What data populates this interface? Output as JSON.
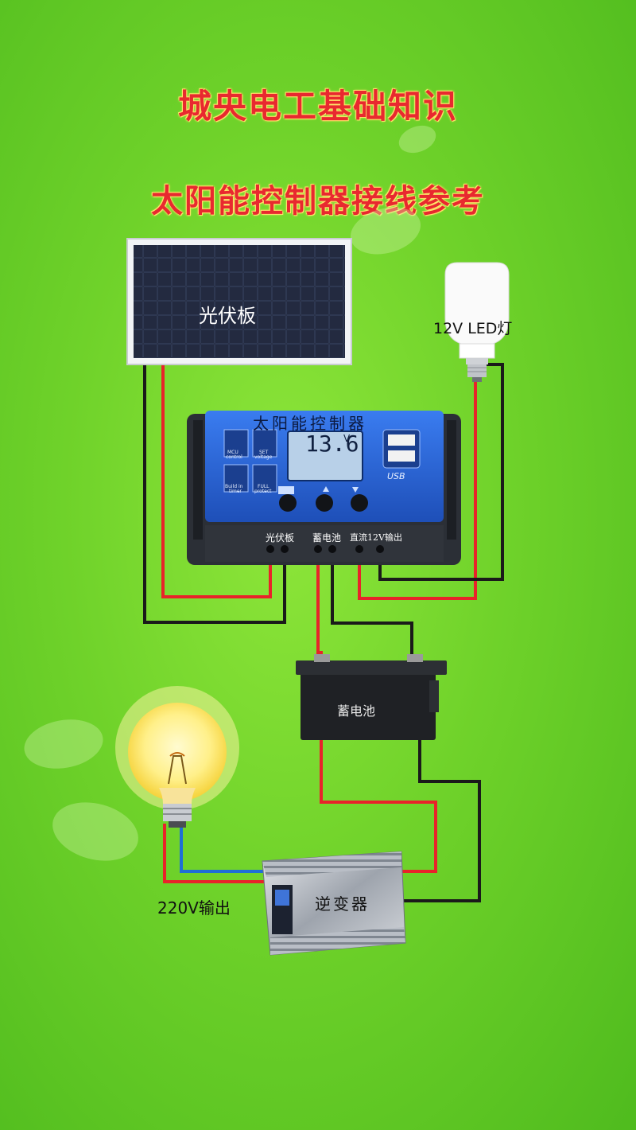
{
  "header": {
    "title": "城央电工基础知识",
    "subtitle": "太阳能控制器接线参考"
  },
  "components": {
    "solar_panel_label": "光伏板",
    "led_lamp_label": "12V LED灯",
    "battery_label": "蓄电池",
    "inverter_label": "逆变器",
    "ac_output_label": "220V输出"
  },
  "controller": {
    "name": "太阳能控制器",
    "display_value": "13.6",
    "display_unit": "V",
    "usb_label": "USB",
    "icons": [
      {
        "label1": "MCU",
        "label2": "control"
      },
      {
        "label1": "SET",
        "label2": "voltage"
      },
      {
        "label1": "Build in",
        "label2": "timer"
      },
      {
        "label1": "FULL",
        "label2": "protect"
      }
    ],
    "terminal_labels": [
      "光伏板",
      "蓄电池",
      "直流12V输出"
    ]
  },
  "colors": {
    "background": "#6fd22a",
    "title": "#e8292f",
    "title_glow": "#ffe36a",
    "wire_positive": "#e8232a",
    "wire_negative": "#1a1a1a",
    "wire_neutral": "#1f6fd6",
    "controller_body": "#2a62d6"
  }
}
